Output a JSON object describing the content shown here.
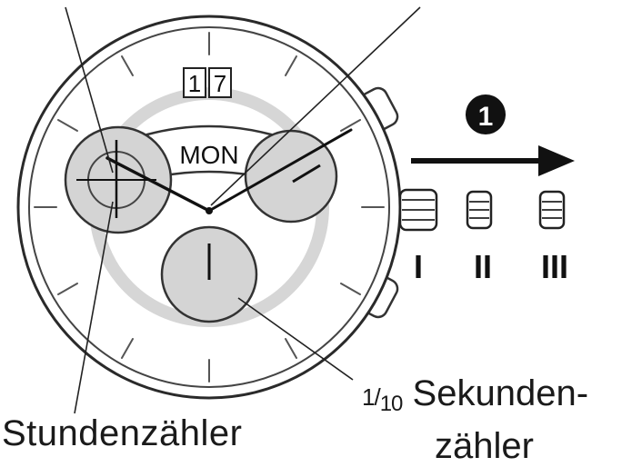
{
  "date_window": {
    "digit_1": "1",
    "digit_2": "7"
  },
  "day_window": {
    "label": "MON"
  },
  "step_badge": {
    "label": "1"
  },
  "crown_positions": [
    "I",
    "II",
    "III"
  ],
  "callouts": {
    "hour_counter": "Stundenzähler",
    "tenth_second_counter": {
      "fraction_numerator": "1",
      "fraction_denominator": "10",
      "line_1": "Sekunden-",
      "line_2": "zähler"
    }
  }
}
